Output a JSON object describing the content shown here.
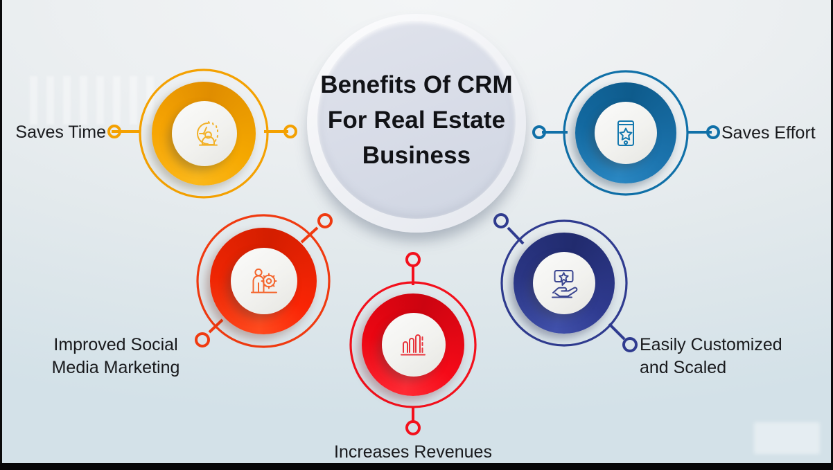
{
  "hub": {
    "title_lines": [
      "Benefits Of",
      "CRM For",
      "Real Estate",
      "Business"
    ],
    "title_text": "Benefits Of\nCRM For\nReal Estate\nBusiness"
  },
  "colors": {
    "orange": "#F4A101",
    "teal_blue": "#1070A8",
    "red_orange": "#F03A10",
    "red": "#F3101C",
    "navy": "#2F3B8F",
    "background_top": "#F3F5F6",
    "background_bottom": "#D3E1E8",
    "hub_face": "#D9DDE8",
    "title_text": "#111216",
    "label_text": "#18191C"
  },
  "nodes": [
    {
      "id": "saves-time",
      "label": "Saves Time",
      "icon": "clock-person-icon",
      "color": "#F4A101",
      "side": "left"
    },
    {
      "id": "saves-effort",
      "label": "Saves Effort",
      "icon": "mobile-star-icon",
      "color": "#1070A8",
      "side": "right"
    },
    {
      "id": "improved-social-media-marketing",
      "label": "Improved Social\nMedia Marketing",
      "icon": "person-gear-icon",
      "color": "#F03A10",
      "side": "bottom-left"
    },
    {
      "id": "increases-revenues",
      "label": "Increases Revenues",
      "icon": "bar-chart-icon",
      "color": "#F3101C",
      "side": "bottom-center"
    },
    {
      "id": "easily-customized-and-scaled",
      "label": "Easily Customized\nand Scaled",
      "icon": "hand-star-icon",
      "color": "#2F3B8F",
      "side": "bottom-right"
    }
  ]
}
